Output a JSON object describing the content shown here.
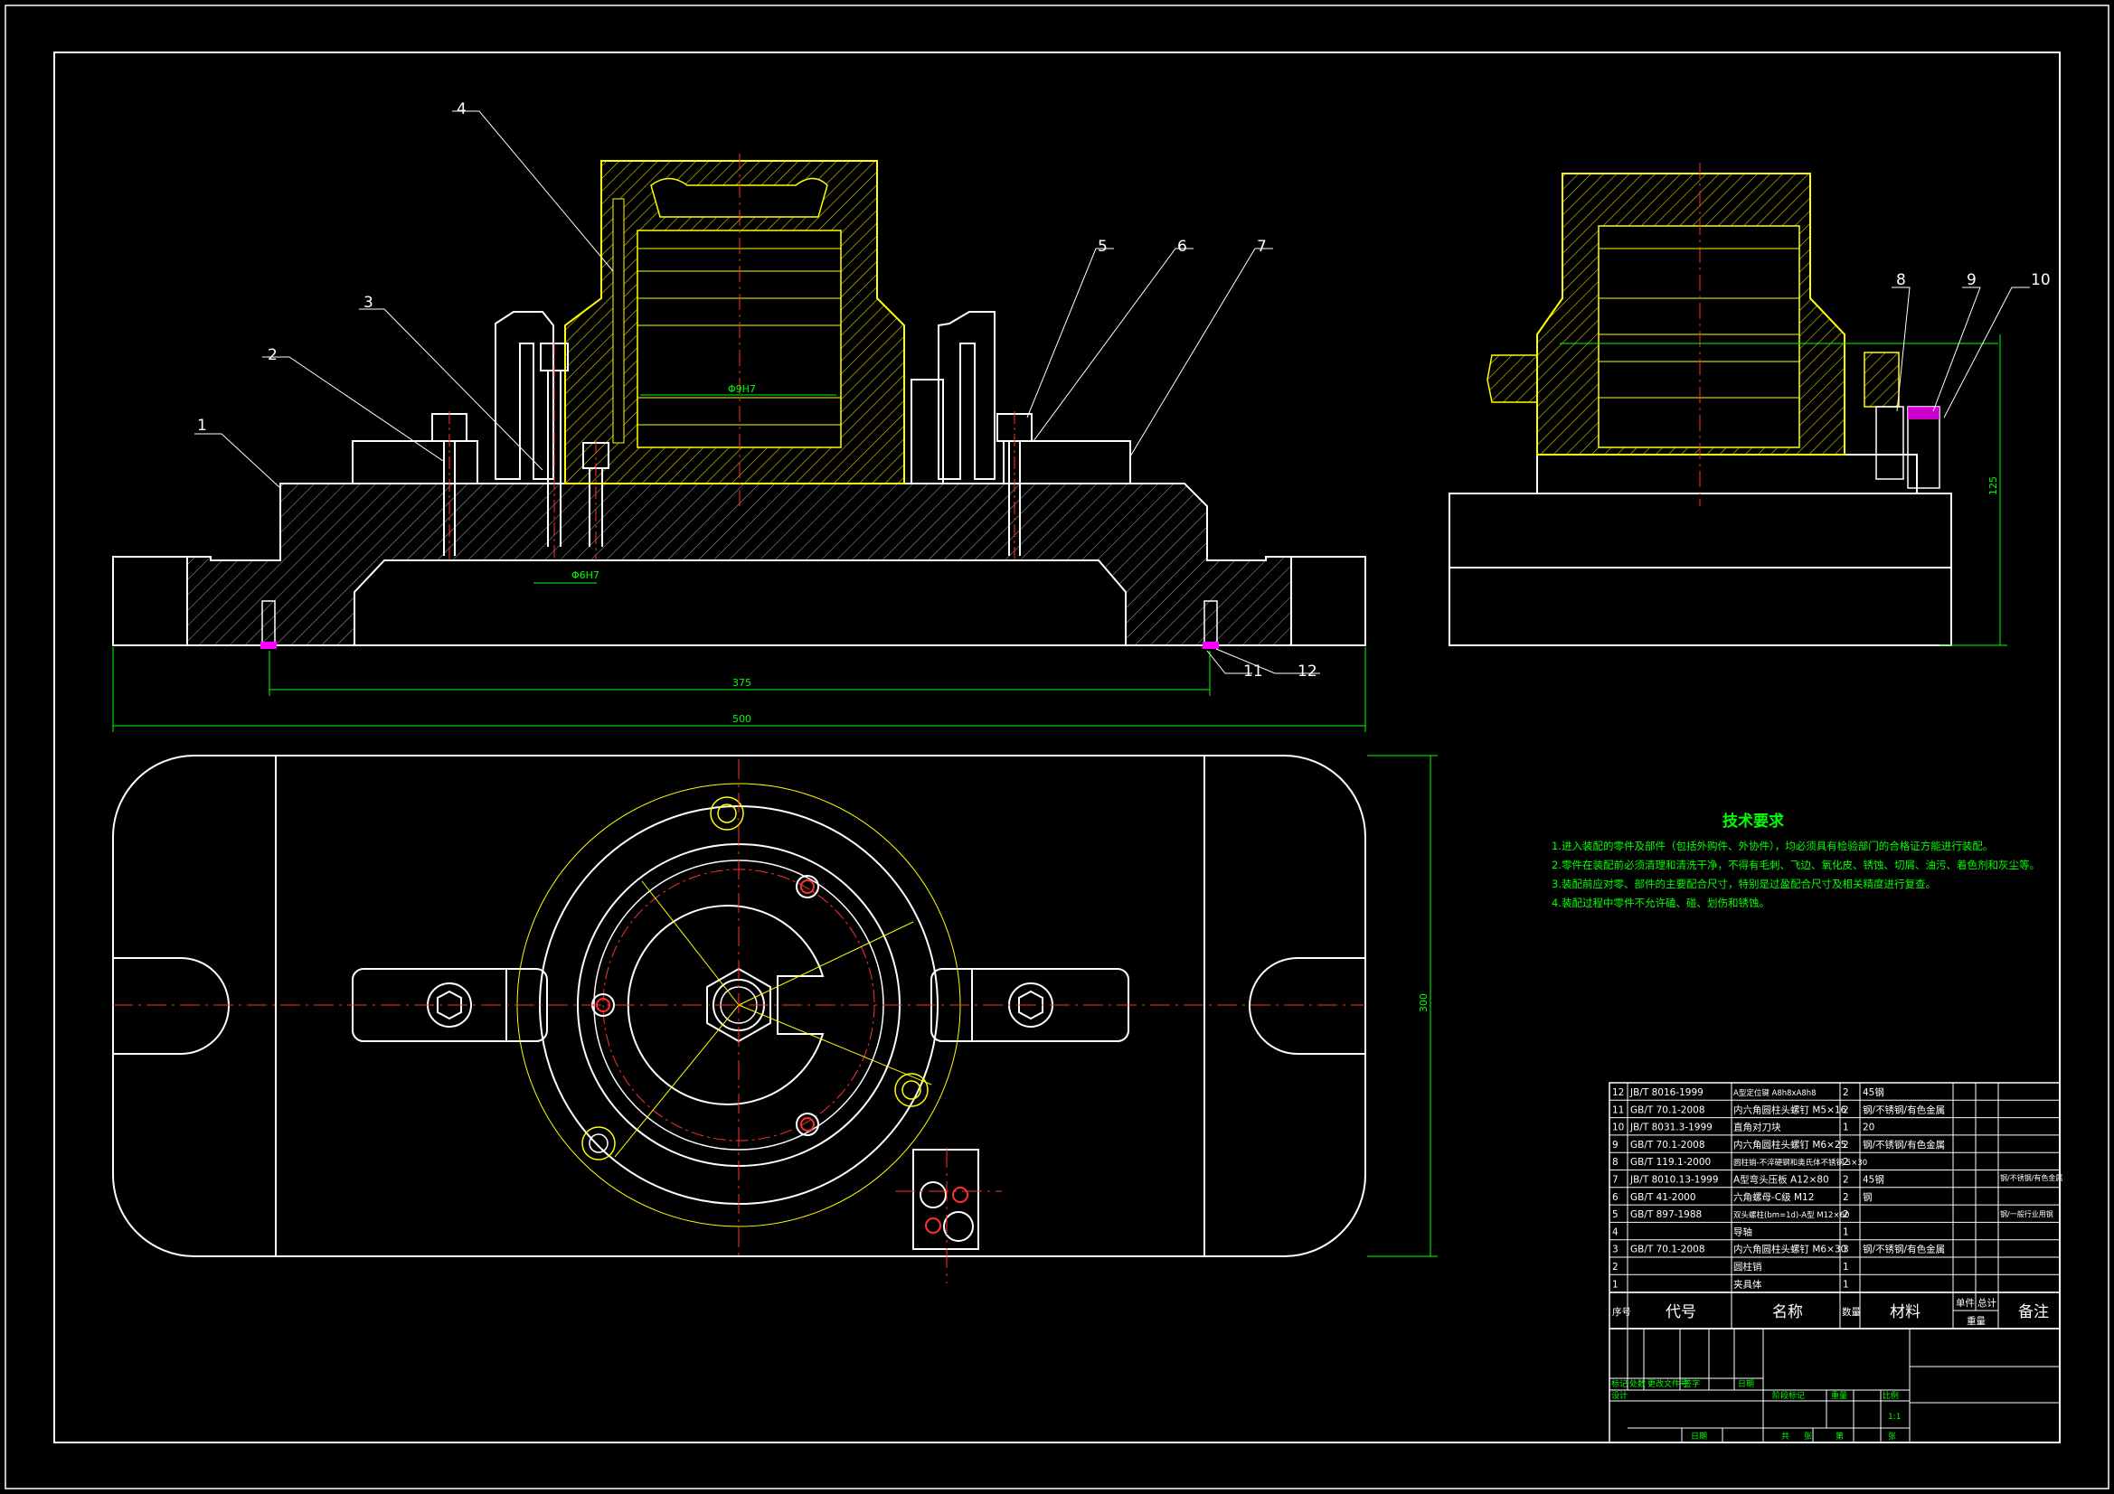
{
  "callouts": [
    "1",
    "2",
    "3",
    "4",
    "5",
    "6",
    "7",
    "8",
    "9",
    "10",
    "11",
    "12"
  ],
  "dimensions": {
    "base_inner": "375",
    "base_total": "500",
    "bore": "Φ9H7",
    "pin": "Φ6H7",
    "side_height": "125",
    "plan_height": "300"
  },
  "tech_requirements": {
    "title": "技术要求",
    "lines": [
      "1.进入装配的零件及部件（包括外购件、外协件），均必须具有检验部门的合格证方能进行装配。",
      "2.零件在装配前必须清理和清洗干净，不得有毛刺、飞边、氧化皮、锈蚀、切屑、油污、着色剂和灰尘等。",
      "3.装配前应对零、部件的主要配合尺寸，特别是过盈配合尺寸及相关精度进行复查。",
      "4.装配过程中零件不允许磕、碰、划伤和锈蚀。"
    ]
  },
  "bom": {
    "rows": [
      {
        "no": "12",
        "code": "JB/T 8016-1999",
        "name": "A型定位键 A8h8xA8h8",
        "qty": "2",
        "material": "45钢"
      },
      {
        "no": "11",
        "code": "GB/T 70.1-2008",
        "name": "内六角圆柱头螺钉 M5×16",
        "qty": "2",
        "material": "钢/不锈钢/有色金属"
      },
      {
        "no": "10",
        "code": "JB/T 8031.3-1999",
        "name": "直角对刀块",
        "qty": "1",
        "material": "20"
      },
      {
        "no": "9",
        "code": "GB/T 70.1-2008",
        "name": "内六角圆柱头螺钉 M6×25",
        "qty": "2",
        "material": "钢/不锈钢/有色金属"
      },
      {
        "no": "8",
        "code": "GB/T 119.1-2000",
        "name": "圆柱销-不淬硬钢和奥氏体不锈钢 5×30",
        "qty": "2",
        "material": ""
      },
      {
        "no": "7",
        "code": "JB/T 8010.13-1999",
        "name": "A型弯头压板 A12×80",
        "qty": "2",
        "material": "45钢"
      },
      {
        "no": "6",
        "code": "GB/T 41-2000",
        "name": "六角螺母-C级 M12",
        "qty": "2",
        "material": "钢"
      },
      {
        "no": "5",
        "code": "GB/T 897-1988",
        "name": "双头螺柱(bm=1d)-A型 M12×60",
        "qty": "2",
        "material": ""
      },
      {
        "no": "4",
        "code": "",
        "name": "导轴",
        "qty": "1",
        "material": ""
      },
      {
        "no": "3",
        "code": "GB/T 70.1-2008",
        "name": "内六角圆柱头螺钉 M6×30",
        "qty": "3",
        "material": "钢/不锈钢/有色金属"
      },
      {
        "no": "2",
        "code": "",
        "name": "圆柱销",
        "qty": "1",
        "material": ""
      },
      {
        "no": "1",
        "code": "",
        "name": "夹具体",
        "qty": "1",
        "material": ""
      }
    ],
    "header": {
      "no": "序号",
      "code": "代号",
      "name": "名称",
      "qty": "数量",
      "material": "材料",
      "unit_weight": "单件",
      "total_weight": "总计",
      "weight": "重量",
      "remark": "备注"
    },
    "remarks": [
      "钢/不锈钢/有色金属",
      "钢/一般行业用钢"
    ]
  },
  "title_block": {
    "row1": [
      "标记",
      "处数",
      "更改文件号",
      "签字",
      "日期"
    ],
    "design": "设计",
    "stage": [
      "阶段标记",
      "重量",
      "比例"
    ],
    "scale": "1:1",
    "sheet": [
      "共",
      "张",
      "第",
      "张"
    ],
    "date": "日期"
  },
  "colors": {
    "background": "#000000",
    "outline": "#ffffff",
    "hatch": "#ffff00",
    "dimension": "#00ff00",
    "centerline": "#ff0000",
    "aux": "#ff00ff"
  }
}
